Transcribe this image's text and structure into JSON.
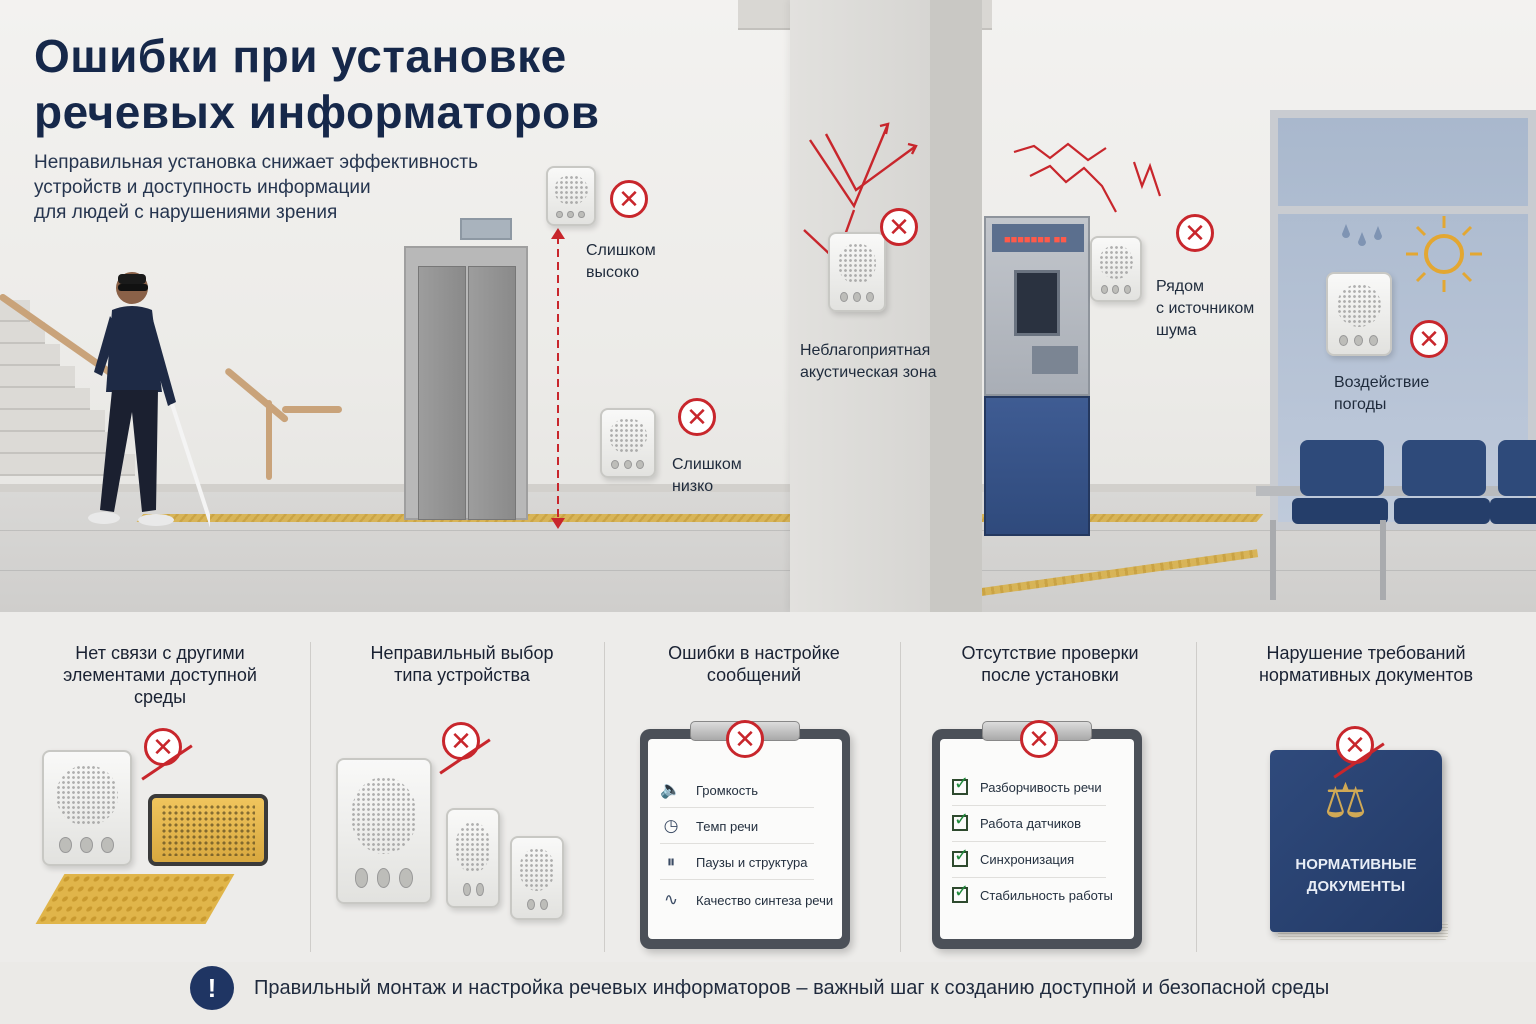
{
  "header": {
    "title_line1": "Ошибки при установке",
    "title_line2": "речевых информаторов",
    "subtitle_line1": "Неправильная установка снижает эффективность",
    "subtitle_line2": "устройств и доступность информации",
    "subtitle_line3": "для людей с нарушениями зрения"
  },
  "scene": {
    "too_high_1": "Слишком",
    "too_high_2": "высоко",
    "too_low_1": "Слишком",
    "too_low_2": "низко",
    "bad_acoustic_1": "Неблагоприятная",
    "bad_acoustic_2": "акустическая зона",
    "noise_1": "Рядом",
    "noise_2": "с источником",
    "noise_3": "шума",
    "weather_1": "Воздействие",
    "weather_2": "погоды",
    "atm_brand": "■■■■■■■ ■■"
  },
  "panels": [
    {
      "title_1": "Нет связи с другими",
      "title_2": "элементами доступной",
      "title_3": "среды"
    },
    {
      "title_1": "Неправильный выбор",
      "title_2": "типа устройства"
    },
    {
      "title_1": "Ошибки в настройке",
      "title_2": "сообщений",
      "items": [
        "Громкость",
        "Темп речи",
        "Паузы и структура",
        "Качество синтеза речи"
      ]
    },
    {
      "title_1": "Отсутствие проверки",
      "title_2": "после установки",
      "items": [
        "Разборчивость речи",
        "Работа датчиков",
        "Синхронизация",
        "Стабильность работы"
      ]
    },
    {
      "title_1": "Нарушение требований",
      "title_2": "нормативных документов",
      "book_1": "НОРМАТИВНЫЕ",
      "book_2": "ДОКУМЕНТЫ"
    }
  ],
  "footer": {
    "icon": "!",
    "text": "Правильный монтаж и настройка речевых информаторов – важный шаг к созданию доступной и безопасной среды"
  },
  "icons": {
    "error": "x-circle-icon",
    "volume": "speaker-volume-icon",
    "clock": "clock-icon",
    "pause": "pause-icon",
    "waveform": "waveform-icon",
    "check": "checkbox-checked-icon",
    "scales": "scales-of-justice-icon",
    "warning": "exclamation-icon"
  },
  "colors": {
    "accent_red": "#c8262c",
    "navy": "#16284a",
    "tactile_yellow": "#d8b14a"
  }
}
